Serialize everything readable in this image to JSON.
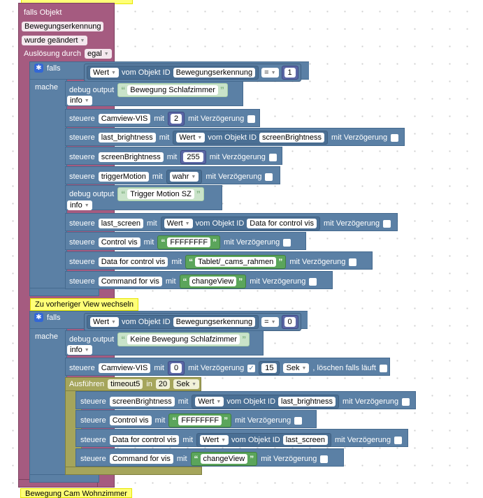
{
  "trigger": {
    "falls_objekt": "falls Objekt",
    "object": "Bewegungserkennung",
    "wurde_geaendert": "wurde geändert",
    "ausloesung_label": "Auslösung durch",
    "ausloesung_value": "egal"
  },
  "block1": {
    "falls": "falls",
    "mache": "mache",
    "cond": {
      "wert": "Wert",
      "vom_objekt_id": "vom Objekt ID",
      "object": "Bewegungserkennung",
      "op": "=",
      "value": "1"
    },
    "debug_label": "debug output",
    "debug_text": "Bewegung Schlafzimmer",
    "debug_level": "info",
    "s1": {
      "steuere": "steuere",
      "target": "Camview-VIS",
      "mit": "mit",
      "value": "2",
      "delay": "mit Verzögerung"
    },
    "s2": {
      "steuere": "steuere",
      "target": "last_brightness",
      "mit": "mit",
      "wert": "Wert",
      "vom_objekt_id": "vom Objekt ID",
      "object": "screenBrightness",
      "delay": "mit Verzögerung"
    },
    "s3": {
      "steuere": "steuere",
      "target": "screenBrightness",
      "mit": "mit",
      "value": "255",
      "delay": "mit Verzögerung"
    },
    "s4": {
      "steuere": "steuere",
      "target": "triggerMotion",
      "mit": "mit",
      "value": "wahr",
      "delay": "mit Verzögerung"
    },
    "debug2_label": "debug output",
    "debug2_text": "Trigger Motion SZ",
    "debug2_level": "info",
    "s5": {
      "steuere": "steuere",
      "target": "last_screen",
      "mit": "mit",
      "wert": "Wert",
      "vom_objekt_id": "vom Objekt ID",
      "object": "Data for control vis",
      "delay": "mit Verzögerung"
    },
    "s6": {
      "steuere": "steuere",
      "target": "Control vis",
      "mit": "mit",
      "value": "FFFFFFFF",
      "delay": "mit Verzögerung"
    },
    "s7": {
      "steuere": "steuere",
      "target": "Data for control vis",
      "mit": "mit",
      "value": "Tablet/_cams_rahmen",
      "delay": "mit Verzögerung"
    },
    "s8": {
      "steuere": "steuere",
      "target": "Command for vis",
      "mit": "mit",
      "value": "changeView",
      "delay": "mit Verzögerung"
    }
  },
  "comment1": "Zu vorheriger View wechseln",
  "block2": {
    "falls": "falls",
    "mache": "mache",
    "cond": {
      "wert": "Wert",
      "vom_objekt_id": "vom Objekt ID",
      "object": "Bewegungserkennung",
      "op": "=",
      "value": "0"
    },
    "debug_label": "debug output",
    "debug_text": "Keine Bewegung Schlafzimmer",
    "debug_level": "info",
    "s1": {
      "steuere": "steuere",
      "target": "Camview-VIS",
      "mit": "mit",
      "value": "0",
      "delay": "mit Verzögerung",
      "delay_value": "15",
      "delay_unit": "Sek",
      "clear": ", löschen falls läuft"
    },
    "timeout": {
      "label": "Ausführen",
      "name": "timeout5",
      "in": "in",
      "value": "20",
      "unit": "Sek"
    },
    "t1": {
      "steuere": "steuere",
      "target": "screenBrightness",
      "mit": "mit",
      "wert": "Wert",
      "vom_objekt_id": "vom Objekt ID",
      "object": "last_brightness",
      "delay": "mit Verzögerung"
    },
    "t2": {
      "steuere": "steuere",
      "target": "Control vis",
      "mit": "mit",
      "value": "FFFFFFFF",
      "delay": "mit Verzögerung"
    },
    "t3": {
      "steuere": "steuere",
      "target": "Data for control vis",
      "mit": "mit",
      "wert": "Wert",
      "vom_objekt_id": "vom Objekt ID",
      "object": "last_screen",
      "delay": "mit Verzögerung"
    },
    "t4": {
      "steuere": "steuere",
      "target": "Command for vis",
      "mit": "mit",
      "value": "changeView",
      "delay": "mit Verzögerung"
    }
  },
  "comment_bottom": "Bewegung Cam Wohnzimmer",
  "colors": {
    "trigger": "#a55b80",
    "logic": "#5b80a5",
    "timeout": "#a5a55b",
    "string": "#5ba55b",
    "number": "#5b67a5",
    "comment": "#ffff77"
  }
}
